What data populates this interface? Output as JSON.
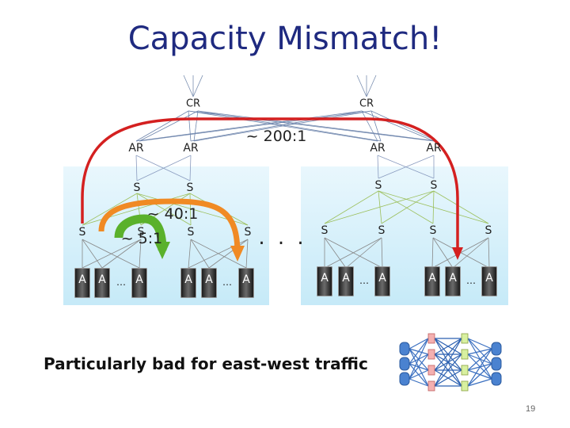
{
  "title": "Capacity Mismatch!",
  "core_routers": [
    "CR",
    "CR"
  ],
  "access_routers": [
    "AR",
    "AR",
    "AR",
    "AR"
  ],
  "aggregation_switches": [
    "S",
    "S",
    "S",
    "S"
  ],
  "tor_switches": [
    "S",
    "S",
    "S",
    "S",
    "S",
    "S",
    "S",
    "S"
  ],
  "server_label": "A",
  "ellipsis": "…",
  "middle_dots": ". . .",
  "ratios": {
    "core": "~ 200:1",
    "aggregation": "~ 40:1",
    "tor": "~ 5:1"
  },
  "caption": "Particularly bad for east-west traffic",
  "page_number": "19",
  "colors": {
    "title": "#1f2a80",
    "core_path": "#d42020",
    "agg_path": "#f08a24",
    "tor_path": "#5ab12c"
  }
}
